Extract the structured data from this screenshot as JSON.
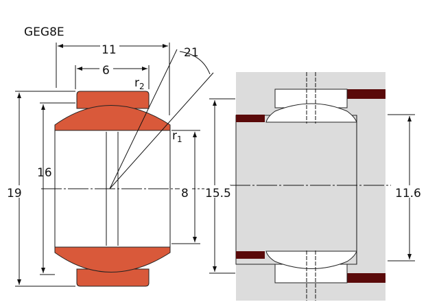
{
  "title": "GEG8E",
  "dimensions": {
    "width_outer": "11",
    "width_inner": "6",
    "angle": "21",
    "r2": "r",
    "r2_sub": "2",
    "r1": "r",
    "r1_sub": "1",
    "d16": "16",
    "d19": "19",
    "d8": "8",
    "d15_5": "15.5",
    "d11_6": "11.6"
  },
  "colors": {
    "ring": "#d9593a",
    "housing": "#dcdcdc",
    "seal": "#5a0a0a"
  }
}
